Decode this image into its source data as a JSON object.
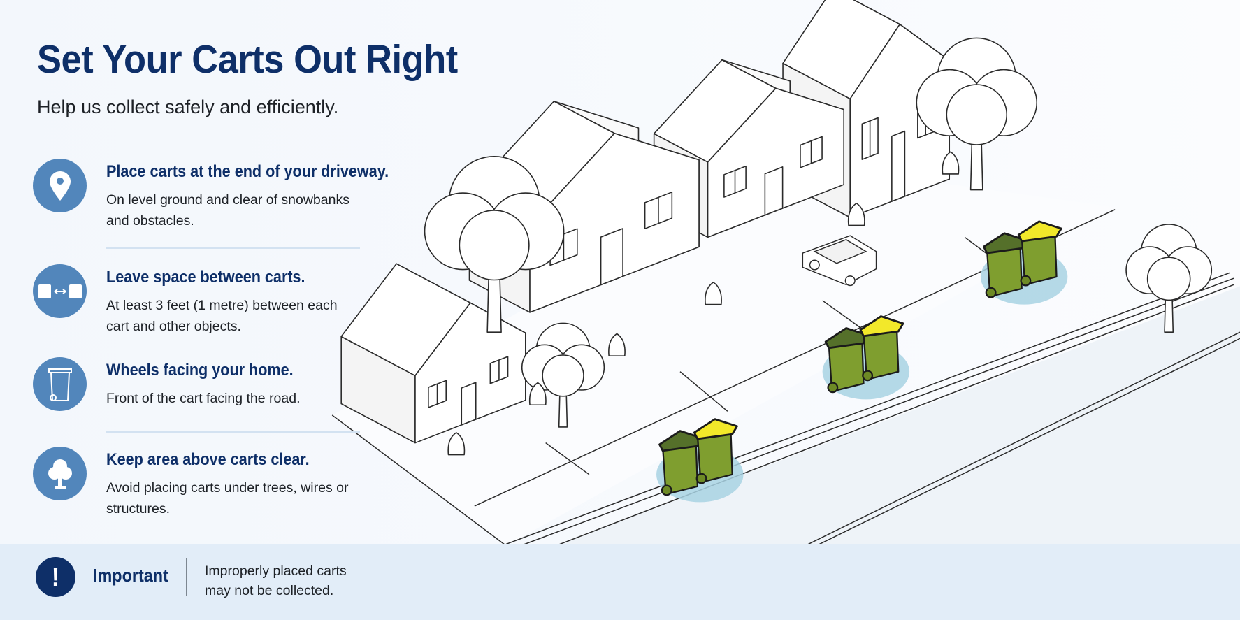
{
  "header": {
    "title": "Set Your Carts Out Right",
    "subtitle": "Help us collect safely and efficiently."
  },
  "items": [
    {
      "icon": "map-pin-icon",
      "heading": "Place carts at the end of your driveway.",
      "body": "On level ground and clear of snowbanks and obstacles."
    },
    {
      "icon": "spacing-arrows-icon",
      "heading": "Leave space between carts.",
      "body": "At least 3 feet (1 metre) between each cart and other objects."
    },
    {
      "icon": "cart-icon",
      "heading": "Wheels facing your home.",
      "body": "Front of the cart facing the road."
    },
    {
      "icon": "tree-icon",
      "heading": "Keep area above carts clear.",
      "body": "Avoid placing carts under trees, wires or structures."
    }
  ],
  "notice": {
    "icon": "exclamation-icon",
    "symbol": "!",
    "label": "Important",
    "text": "Improperly placed carts may not be collected."
  },
  "colors": {
    "title": "#0e2f68",
    "icon_bg": "#5286bb",
    "band_bg": "#e2edf8",
    "cart_green": "#7f9e2f",
    "cart_lid_yellow": "#f2e82a",
    "cart_shadow": "#a8d2e3"
  }
}
